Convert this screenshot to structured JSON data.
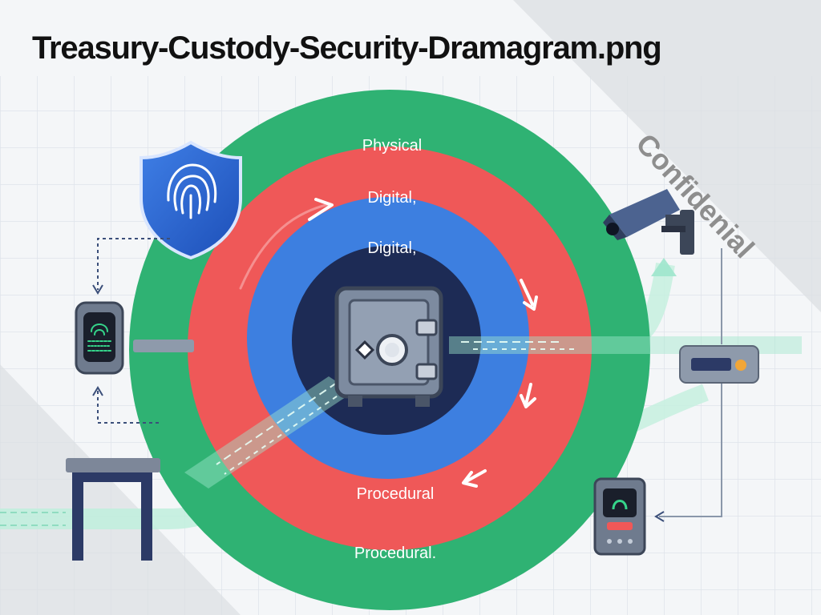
{
  "title": "Treasury-Custody-Security-Dramagram.png",
  "watermark": "Confidenial",
  "rings": {
    "outer_top": "Physical",
    "middle_top": "Digital,",
    "inner_top": "Digital,",
    "middle_bottom": "Procedural",
    "outer_bottom": "Procedural."
  },
  "colors": {
    "physical_ring": "#2fb273",
    "digital_ring": "#ef5858",
    "inner_ring": "#3d7fe0",
    "core": "#1d2b55",
    "safe": "#6f7f96",
    "shield": "#2a63d4",
    "accent_orange": "#f2a637",
    "data_flow": "#8fe3c3"
  },
  "icons": [
    "fingerprint-shield-icon",
    "fingerprint-scanner-icon",
    "vault-safe-icon",
    "security-camera-icon",
    "network-router-icon",
    "keypad-terminal-icon",
    "security-gate-icon"
  ]
}
